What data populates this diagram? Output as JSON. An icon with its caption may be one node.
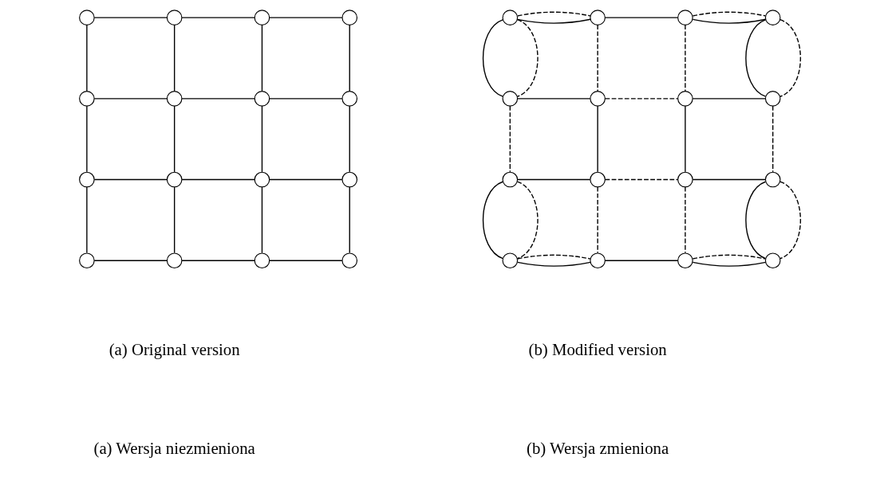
{
  "diagram": {
    "nodes": [
      {
        "text": [],
        "shape": "circle"
      },
      {
        "text": [],
        "shape": "circle"
      },
      {
        "text": [],
        "shape": "circle"
      },
      {
        "text": [],
        "shape": "circle"
      },
      {
        "text": [],
        "shape": "circle"
      },
      {
        "text": [],
        "shape": "circle"
      },
      {
        "text": [],
        "shape": "circle"
      },
      {
        "text": [],
        "shape": "circle"
      },
      {
        "text": [],
        "shape": "circle"
      },
      {
        "text": [],
        "shape": "circle"
      },
      {
        "text": [],
        "shape": "circle"
      },
      {
        "text": [],
        "shape": "circle"
      },
      {
        "text": [],
        "shape": "circle"
      },
      {
        "text": [],
        "shape": "circle"
      },
      {
        "text": [],
        "shape": "circle"
      },
      {
        "text": [],
        "shape": "circle"
      },
      {
        "text": [],
        "shape": "circle"
      },
      {
        "text": [],
        "shape": "circle"
      },
      {
        "text": [],
        "shape": "circle"
      },
      {
        "text": [],
        "shape": "circle"
      },
      {
        "text": [],
        "shape": "circle"
      },
      {
        "text": [],
        "shape": "circle"
      },
      {
        "text": [],
        "shape": "circle"
      },
      {
        "text": [],
        "shape": "circle"
      },
      {
        "text": [],
        "shape": "circle"
      },
      {
        "text": [],
        "shape": "circle"
      },
      {
        "text": [],
        "shape": "circle"
      },
      {
        "text": [],
        "shape": "circle"
      },
      {
        "text": [],
        "shape": "circle"
      },
      {
        "text": [],
        "shape": "circle"
      },
      {
        "text": [],
        "shape": "circle"
      },
      {
        "text": [],
        "shape": "circle"
      }
    ],
    "edges": [
      {
        "from": 0,
        "to": 1,
        "arrow": "none"
      },
      {
        "from": 1,
        "to": 2,
        "arrow": "none"
      },
      {
        "from": 2,
        "to": 3,
        "arrow": "none"
      },
      {
        "from": 4,
        "to": 5,
        "arrow": "none"
      },
      {
        "from": 5,
        "to": 6,
        "arrow": "none"
      },
      {
        "from": 6,
        "to": 7,
        "arrow": "none"
      },
      {
        "from": 8,
        "to": 9,
        "arrow": "none"
      },
      {
        "from": 9,
        "to": 10,
        "arrow": "none"
      },
      {
        "from": 10,
        "to": 11,
        "arrow": "none"
      },
      {
        "from": 12,
        "to": 13,
        "arrow": "none"
      },
      {
        "from": 13,
        "to": 14,
        "arrow": "none"
      },
      {
        "from": 14,
        "to": 15,
        "arrow": "none"
      },
      {
        "from": 0,
        "to": 4,
        "arrow": "none"
      },
      {
        "from": 4,
        "to": 8,
        "arrow": "none"
      },
      {
        "from": 8,
        "to": 12,
        "arrow": "none"
      },
      {
        "from": 1,
        "to": 5,
        "arrow": "none"
      },
      {
        "from": 5,
        "to": 9,
        "arrow": "none"
      },
      {
        "from": 9,
        "to": 13,
        "arrow": "none"
      },
      {
        "from": 2,
        "to": 6,
        "arrow": "none"
      },
      {
        "from": 6,
        "to": 10,
        "arrow": "none"
      },
      {
        "from": 10,
        "to": 14,
        "arrow": "none"
      },
      {
        "from": 3,
        "to": 7,
        "arrow": "none"
      },
      {
        "from": 7,
        "to": 11,
        "arrow": "none"
      },
      {
        "from": 11,
        "to": 15,
        "arrow": "none"
      },
      {
        "from": 16,
        "to": 17,
        "arrow": "none"
      },
      {
        "from": 16,
        "to": 17,
        "arrow": "none",
        "style": "dashed"
      },
      {
        "from": 17,
        "to": 18,
        "arrow": "none"
      },
      {
        "from": 18,
        "to": 19,
        "arrow": "none"
      },
      {
        "from": 18,
        "to": 19,
        "arrow": "none",
        "style": "dashed"
      },
      {
        "from": 20,
        "to": 21,
        "arrow": "none"
      },
      {
        "from": 21,
        "to": 22,
        "arrow": "none",
        "style": "dashed"
      },
      {
        "from": 22,
        "to": 23,
        "arrow": "none"
      },
      {
        "from": 24,
        "to": 25,
        "arrow": "none"
      },
      {
        "from": 25,
        "to": 26,
        "arrow": "none",
        "style": "dashed"
      },
      {
        "from": 26,
        "to": 27,
        "arrow": "none"
      },
      {
        "from": 28,
        "to": 29,
        "arrow": "none"
      },
      {
        "from": 28,
        "to": 29,
        "arrow": "none",
        "style": "dashed"
      },
      {
        "from": 29,
        "to": 30,
        "arrow": "none"
      },
      {
        "from": 30,
        "to": 31,
        "arrow": "none"
      },
      {
        "from": 30,
        "to": 31,
        "arrow": "none",
        "style": "dashed"
      },
      {
        "from": 16,
        "to": 20,
        "arrow": "none"
      },
      {
        "from": 16,
        "to": 20,
        "arrow": "none",
        "style": "dashed"
      },
      {
        "from": 20,
        "to": 24,
        "arrow": "none",
        "style": "dashed"
      },
      {
        "from": 24,
        "to": 28,
        "arrow": "none"
      },
      {
        "from": 24,
        "to": 28,
        "arrow": "none",
        "style": "dashed"
      },
      {
        "from": 17,
        "to": 21,
        "arrow": "none",
        "style": "dashed"
      },
      {
        "from": 21,
        "to": 25,
        "arrow": "none"
      },
      {
        "from": 25,
        "to": 29,
        "arrow": "none",
        "style": "dashed"
      },
      {
        "from": 18,
        "to": 22,
        "arrow": "none",
        "style": "dashed"
      },
      {
        "from": 22,
        "to": 26,
        "arrow": "none"
      },
      {
        "from": 26,
        "to": 30,
        "arrow": "none",
        "style": "dashed"
      },
      {
        "from": 19,
        "to": 23,
        "arrow": "none"
      },
      {
        "from": 19,
        "to": 23,
        "arrow": "none",
        "style": "dashed"
      },
      {
        "from": 23,
        "to": 27,
        "arrow": "none",
        "style": "dashed"
      },
      {
        "from": 27,
        "to": 31,
        "arrow": "none"
      },
      {
        "from": 27,
        "to": 31,
        "arrow": "none",
        "style": "dashed"
      }
    ],
    "labels": [
      "(a) Original version",
      "(b) Modified version",
      "(a) Wersja niezmieniona",
      "(b) Wersja zmieniona"
    ]
  }
}
